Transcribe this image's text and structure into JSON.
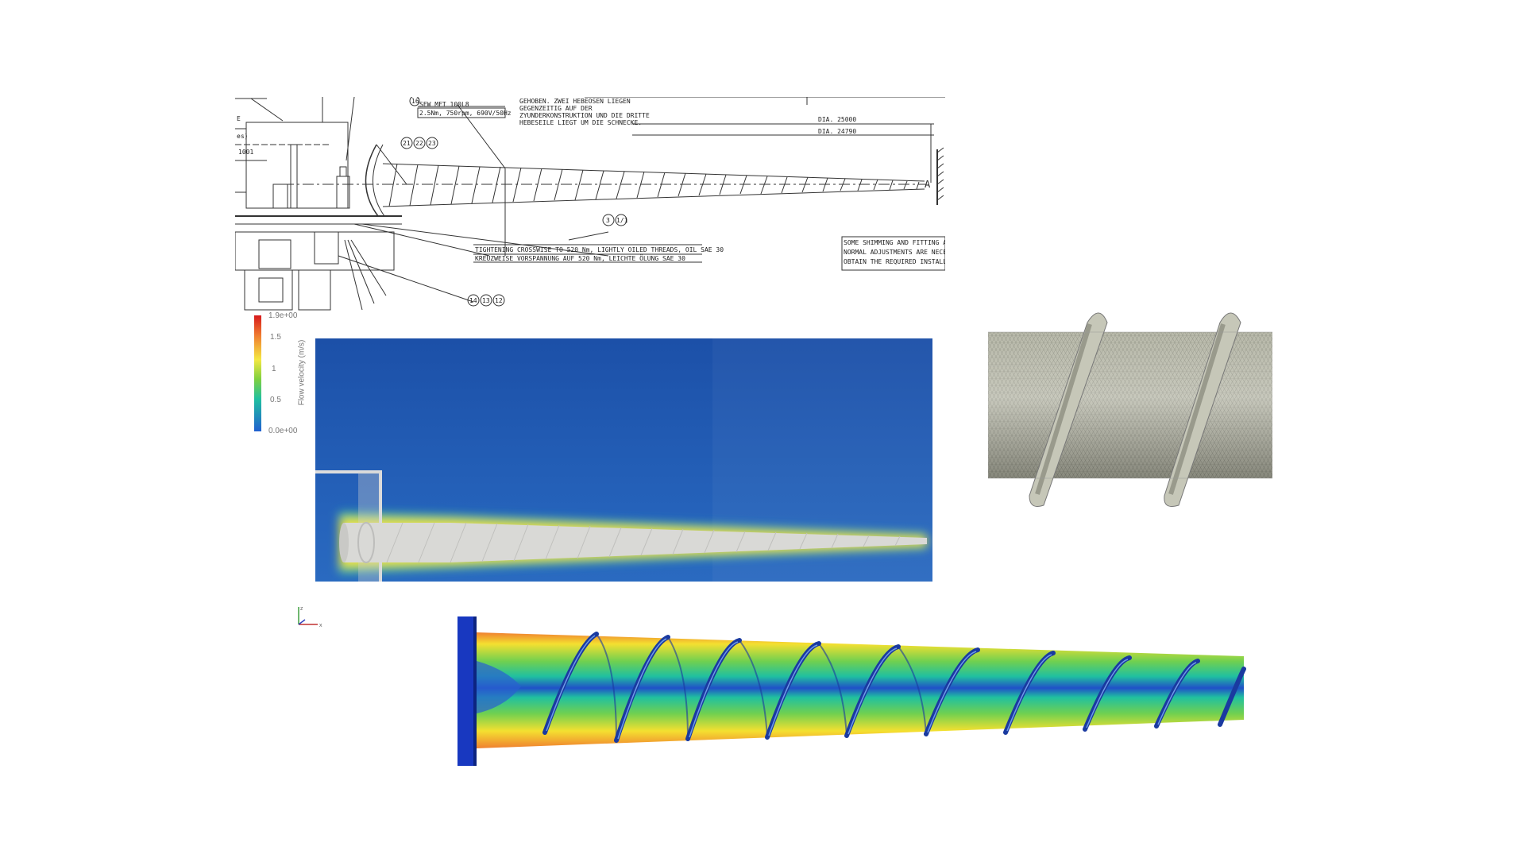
{
  "drawing": {
    "motor_line1": "SEW MFT 100L8",
    "motor_line2": "2.5Nm, 750rpm, 690V/50Hz",
    "note_de_1": "GEHOBEN. ZWEI HEBEOSEN LIEGEN",
    "note_de_2": "GEGENZEITIG AUF DER",
    "note_de_3": "ZYUNDERKONSTRUKTION UND DIE DRITTE",
    "note_de_4": "HEBESEILE LIEGT UM DIE SCHNECKE.",
    "dia_1": "DIA. 25000",
    "dia_2": "DIA. 24790",
    "tighten_en": "TIGHTENING CROSSWISE TO 520 Nm, LIGHTLY OILED THREADS, OIL SAE 30",
    "tighten_de": "KREUZWEISE VORSPANNUNG AUF 520 Nm, LEICHTE ÖLUNG SAE 30",
    "shim_1": "SOME SHIMMING AND FITTING AND C",
    "shim_2": "NORMAL ADJUSTMENTS ARE NECESS",
    "shim_3": "OBTAIN THE REQUIRED INSTALLATI",
    "bubble_a": "21",
    "bubble_b": "22",
    "bubble_c": "23",
    "bubble_d": "3",
    "bubble_e": "1/1",
    "bubble_f": "14",
    "bubble_g": "13",
    "bubble_h": "12",
    "bubble_top": "16",
    "label_a": "A",
    "side_e": "E",
    "side_es": "es)",
    "side_num": "1001"
  },
  "colorbar": {
    "title": "Flow velocity (m/s)",
    "ticks": [
      "1.9e+00",
      "1.5",
      "1",
      "0.5",
      "0.0e+00"
    ]
  },
  "colors": {
    "cfd_background": "#2458b0",
    "shaft_grey": "#d9d9d6",
    "mesh_grey": "#b8b9a8"
  }
}
